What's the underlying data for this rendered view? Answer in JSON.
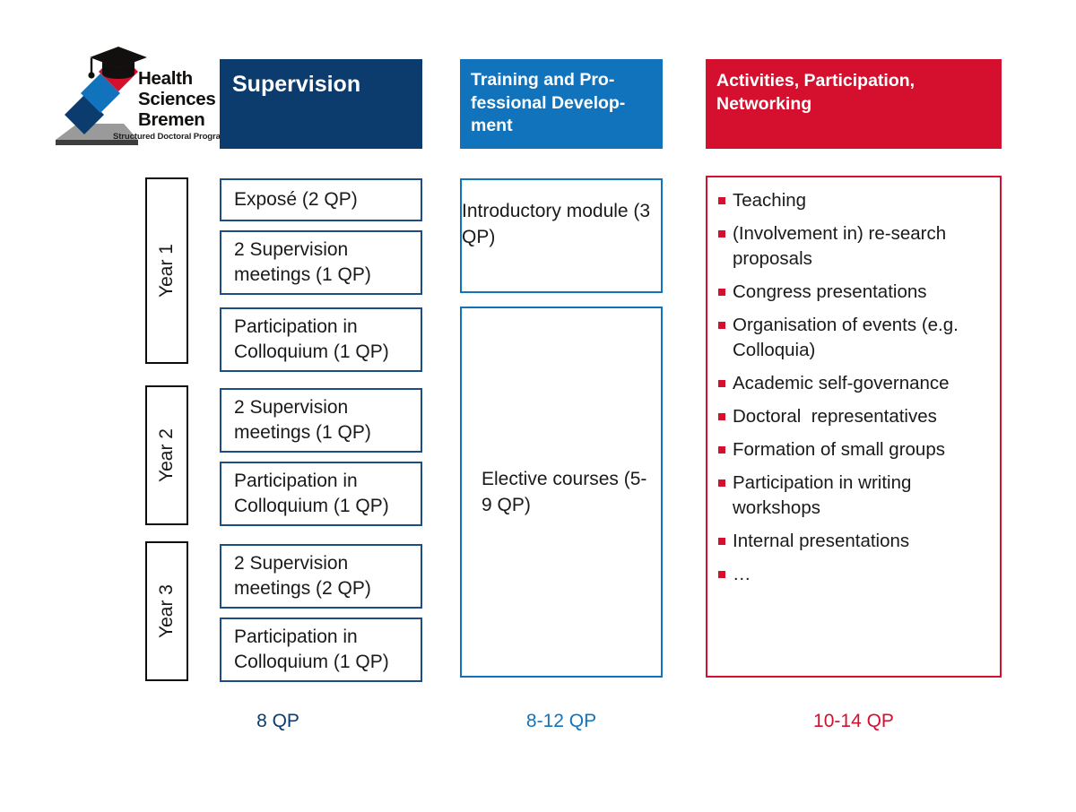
{
  "logo": {
    "name": "health-sciences-bremen-logo",
    "lines": [
      "Health",
      "Sciences",
      "Bremen"
    ],
    "subtitle": "Structured Doctoral Program",
    "colors": {
      "cap": "#12100e",
      "diamond_red": "#d50f2e",
      "diamond_light_blue": "#1273bd",
      "diamond_dark_blue": "#0c3b6e",
      "base_gray": "#9a9a9a"
    }
  },
  "colors": {
    "navy": "#0c3b6e",
    "blue": "#1273bd",
    "red": "#d50f2e",
    "black": "#0d0d0d",
    "box_border_navy": "#1b4d86",
    "text": "#1a1a1a",
    "background": "#ffffff"
  },
  "columns": {
    "supervision": {
      "header": "Supervision",
      "header_bg": "#0c3b6e",
      "years": [
        {
          "label": "Year 1",
          "items": [
            "Exposé (2 QP)",
            "2 Supervision meetings (1 QP)",
            "Participation in Colloquium (1 QP)"
          ]
        },
        {
          "label": "Year 2",
          "items": [
            "2 Supervision meetings (1 QP)",
            "Participation in Colloquium (1 QP)"
          ]
        },
        {
          "label": "Year 3",
          "items": [
            "2 Supervision meetings (2 QP)",
            "Participation in Colloquium (1 QP)"
          ]
        }
      ],
      "boxes": [
        "Exposé (2 QP)",
        "2 Supervision meetings (1 QP)",
        "Participation in Colloquium (1 QP)",
        "2 Supervision meetings (1 QP)",
        "Participation in Colloquium (1 QP)",
        "2 Supervision meetings (2 QP)",
        "Participation in Colloquium (1 QP)"
      ],
      "total": "8 QP"
    },
    "training": {
      "header": "Training and Pro-fessional Develop-ment",
      "header_bg": "#1273bd",
      "boxes": [
        "Introductory module (3 QP)",
        "Elective courses (5-9 QP)"
      ],
      "total": "8-12 QP"
    },
    "activities": {
      "header": "Activities, Participation, Networking",
      "header_bg": "#d50f2e",
      "bullets": [
        "Teaching",
        "(Involvement in) re-search proposals",
        "Congress presentations",
        "Organisation of events (e.g. Colloquia)",
        "Academic self-governance",
        "Doctoral  representatives",
        "Formation of small groups",
        "Participation in writing workshops",
        "Internal presentations",
        "…"
      ],
      "total": "10-14 QP"
    }
  }
}
